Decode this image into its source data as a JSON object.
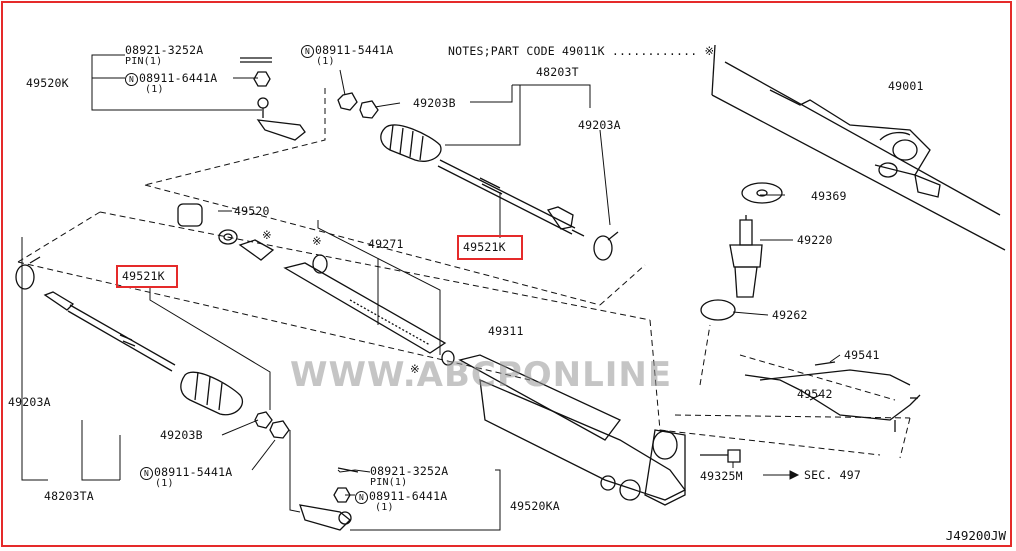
{
  "diagram_code": "J49200JW",
  "watermark": "WWW.ABCPONLINE",
  "notes": "NOTES;PART CODE  49011K ............ ※",
  "labels": {
    "pin_top": "08921-3252A",
    "pin_top_sub": "PIN(1)",
    "nut_top": "08911-6441A",
    "nut_top_qty": "(1)",
    "nut2_top": "08911-5441A",
    "nut2_top_qty": "(1)",
    "end_left_top": "49520K",
    "kit_top": "48203T",
    "boot_top": "49203B",
    "clamp_top": "49203A",
    "rack_assy": "49001",
    "boot_mid": "49520",
    "inner_rack": "49271",
    "sock_upper": "49521K",
    "washer": "49369",
    "pinion": "49220",
    "oring": "49262",
    "bush": "49311",
    "pipe_upper": "49541",
    "pipe_lower": "49542",
    "sock_lower": "49521K",
    "clamp_left": "49203A",
    "boot_lower": "49203B",
    "kit_lower": "48203TA",
    "nut2_bottom": "08911-5441A",
    "nut2_bottom_qty": "(1)",
    "pin_bottom": "08921-3252A",
    "pin_bottom_sub": "PIN(1)",
    "nut_bottom": "08911-6441A",
    "nut_bottom_qty": "(1)",
    "end_bottom": "49520KA",
    "valve": "49325M",
    "section_ref": "SEC. 497",
    "n_symbol": "N",
    "star": "※"
  }
}
